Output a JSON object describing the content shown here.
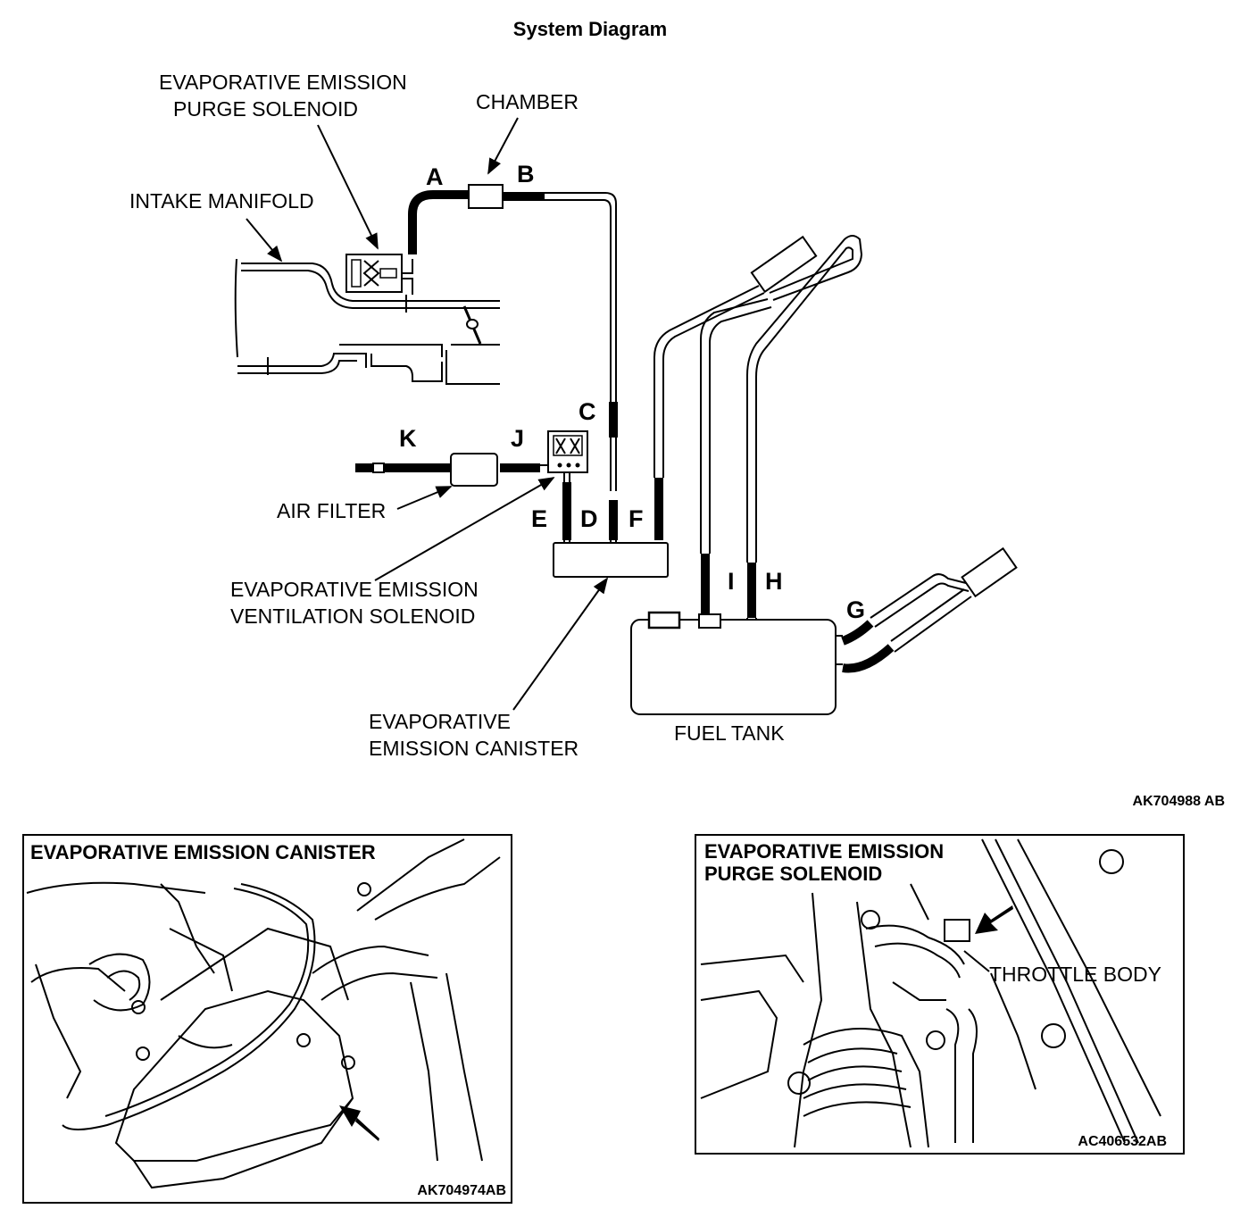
{
  "title": "System Diagram",
  "labels": {
    "purge_solenoid": [
      "EVAPORATIVE EMISSION",
      "PURGE SOLENOID"
    ],
    "chamber": "CHAMBER",
    "intake_manifold": "INTAKE MANIFOLD",
    "air_filter": "AIR FILTER",
    "ventilation_solenoid": [
      "EVAPORATIVE EMISSION",
      "VENTILATION SOLENOID"
    ],
    "canister": [
      "EVAPORATIVE",
      "EMISSION CANISTER"
    ],
    "fuel_tank": "FUEL TANK"
  },
  "hose_letters": {
    "A": "A",
    "B": "B",
    "C": "C",
    "D": "D",
    "E": "E",
    "F": "F",
    "G": "G",
    "H": "H",
    "I": "I",
    "J": "J",
    "K": "K"
  },
  "diagram_code": "AK704988 AB",
  "panel_left": {
    "title": "EVAPORATIVE EMISSION CANISTER",
    "code": "AK704974AB"
  },
  "panel_right": {
    "title": [
      "EVAPORATIVE EMISSION",
      "PURGE SOLENOID"
    ],
    "callout": "THROTTLE BODY",
    "code": "AC406532AB"
  }
}
